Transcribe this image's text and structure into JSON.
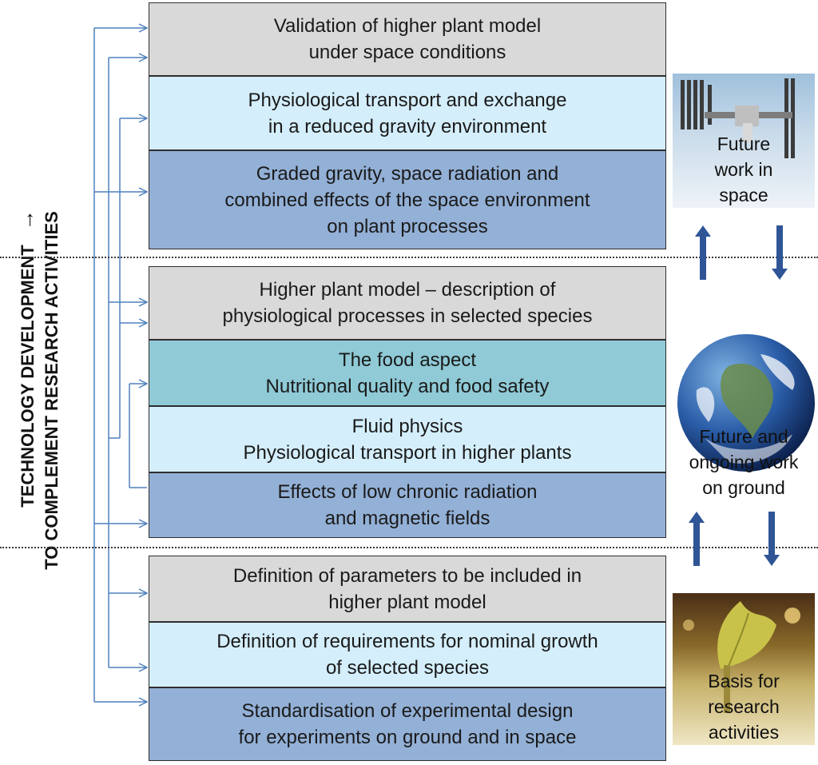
{
  "side_label": {
    "line1": "TECHNOLOGY DEVELOPMENT",
    "line1_arrow": "→",
    "line2": "TO COMPLEMENT RESEARCH ACTIVITIES"
  },
  "sections": {
    "space": [
      {
        "text": "Validation of higher plant model\nunder space conditions",
        "color": "gray"
      },
      {
        "text": "Physiological transport and exchange\nin a reduced gravity environment",
        "color": "light"
      },
      {
        "text": "Graded gravity, space radiation and\ncombined effects of the space environment\non plant processes",
        "color": "mid"
      }
    ],
    "ground": [
      {
        "text": "Higher plant model – description of\nphysiological processes in selected species",
        "color": "gray"
      },
      {
        "text": "The food aspect\nNutritional quality and food safety",
        "color": "teal"
      },
      {
        "text": "Fluid physics\nPhysiological transport in higher plants",
        "color": "light"
      },
      {
        "text": "Effects of low chronic radiation\nand magnetic fields",
        "color": "mid"
      }
    ],
    "basis": [
      {
        "text": "Definition of parameters to be included in\nhigher plant model",
        "color": "gray"
      },
      {
        "text": "Definition of requirements for nominal growth\nof selected species",
        "color": "light"
      },
      {
        "text": "Standardisation of experimental design\nfor experiments on ground and in space",
        "color": "mid"
      }
    ]
  },
  "panels": {
    "space": "Future\nwork in\nspace",
    "ground": "Future and\nongoing work\non ground",
    "basis": "Basis for\nresearch\nactivities"
  },
  "colors": {
    "connector": "#4f81bd",
    "updown_arrow": "#2f5597",
    "gray": "#d9d9d9",
    "light": "#d4eefb",
    "mid": "#93b0d6",
    "teal": "#8fcad6"
  }
}
